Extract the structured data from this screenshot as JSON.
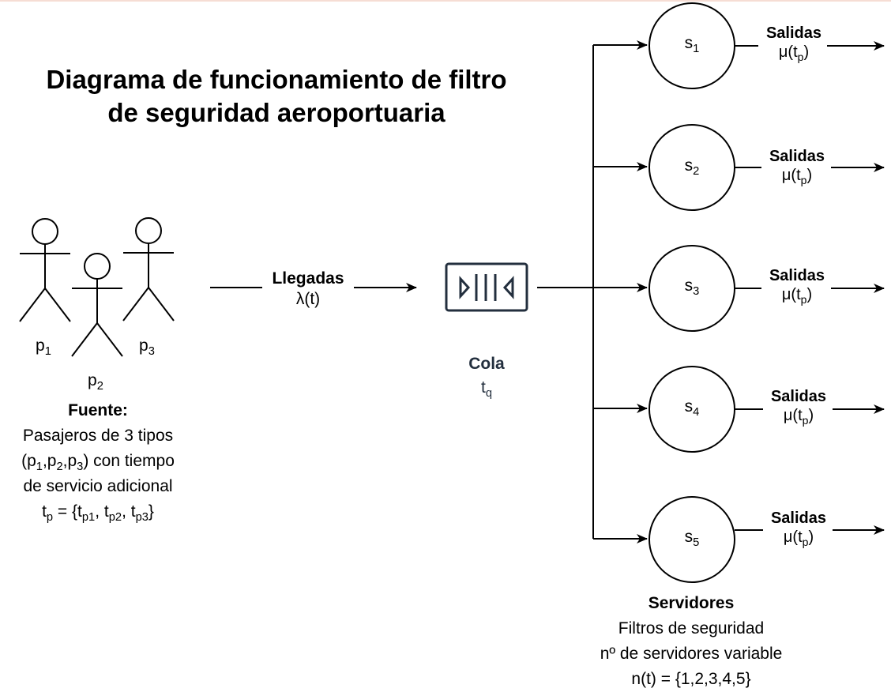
{
  "title": {
    "line1": "Diagrama de funcionamiento de filtro",
    "line2": "de seguridad aeroportuaria"
  },
  "source": {
    "persons": [
      {
        "label_base": "p",
        "label_sub": "1"
      },
      {
        "label_base": "p",
        "label_sub": "2"
      },
      {
        "label_base": "p",
        "label_sub": "3"
      }
    ],
    "heading": "Fuente:",
    "desc_line1": "Pasajeros de 3 tipos",
    "desc_line2": {
      "open": "(p",
      "s1": "1",
      "c1": ",p",
      "s2": "2",
      "c2": ",p",
      "s3": "3",
      "tail": ") con tiempo"
    },
    "desc_line3": "de servicio adicional",
    "desc_line4": {
      "t": "t",
      "tsub": "p",
      "eq": " = {t",
      "s1": "p1",
      "c1": ", t",
      "s2": "p2",
      "c2": ", t",
      "s3": "p3",
      "close": "}"
    }
  },
  "arrivals": {
    "label": "Llegadas",
    "rate": "λ(t)"
  },
  "queue": {
    "icon": "queue-icon",
    "label": "Cola",
    "time_base": "t",
    "time_sub": "q"
  },
  "servers": {
    "items": [
      {
        "base": "s",
        "sub": "1",
        "output_label": "Salidas",
        "rate_base": "μ(t",
        "rate_sub": "p",
        "rate_close": ")"
      },
      {
        "base": "s",
        "sub": "2",
        "output_label": "Salidas",
        "rate_base": "μ(t",
        "rate_sub": "p",
        "rate_close": ")"
      },
      {
        "base": "s",
        "sub": "3",
        "output_label": "Salidas",
        "rate_base": "μ(t",
        "rate_sub": "p",
        "rate_close": ")"
      },
      {
        "base": "s",
        "sub": "4",
        "output_label": "Salidas",
        "rate_base": "μ(t",
        "rate_sub": "p",
        "rate_close": ")"
      },
      {
        "base": "s",
        "sub": "5",
        "output_label": "Salidas",
        "rate_base": "μ(t",
        "rate_sub": "p",
        "rate_close": ")"
      }
    ],
    "heading": "Servidores",
    "line1": "Filtros de seguridad",
    "line2": "nº de servidores variable",
    "line3": "n(t) = {1,2,3,4,5}"
  },
  "colors": {
    "stroke": "#000000",
    "queue_icon": "#232f3e",
    "top_border": "#f6ddd4"
  }
}
